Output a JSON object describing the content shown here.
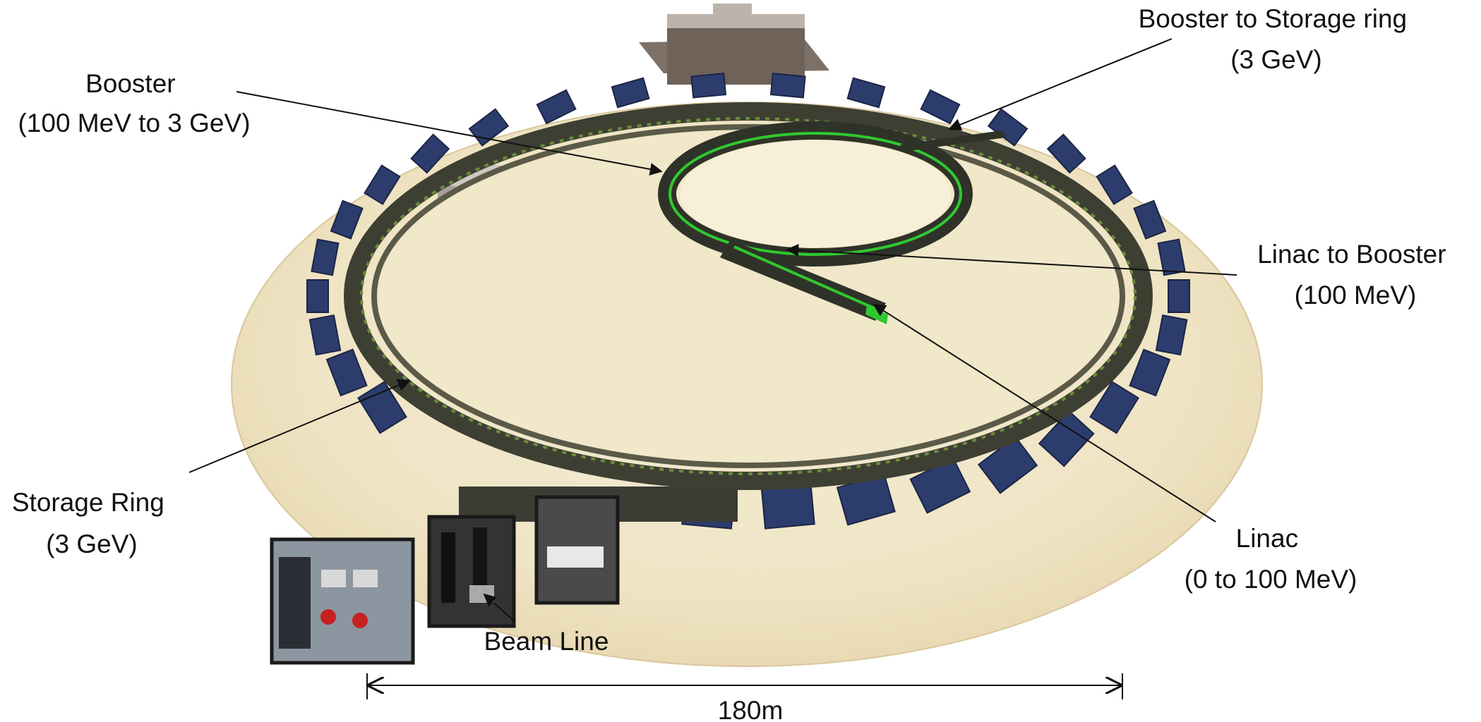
{
  "labels": {
    "booster": {
      "line1": "Booster",
      "line2": "(100 MeV to 3 GeV)"
    },
    "booster_to_storage": {
      "line1": "Booster to Storage ring",
      "line2": "(3 GeV)"
    },
    "linac_to_booster": {
      "line1": "Linac to Booster",
      "line2": "(100 MeV)"
    },
    "storage_ring": {
      "line1": "Storage Ring",
      "line2": "(3 GeV)"
    },
    "linac": {
      "line1": "Linac",
      "line2": "(0 to 100 MeV)"
    },
    "beam_line": "Beam Line",
    "scale": "180m"
  },
  "colors": {
    "floor": "#eee3c4",
    "ring_wall": "#3d3f33",
    "booster_inner": "#30c830",
    "magnet_blocks": "#2c3c6c",
    "buildings": "#6e6259"
  }
}
